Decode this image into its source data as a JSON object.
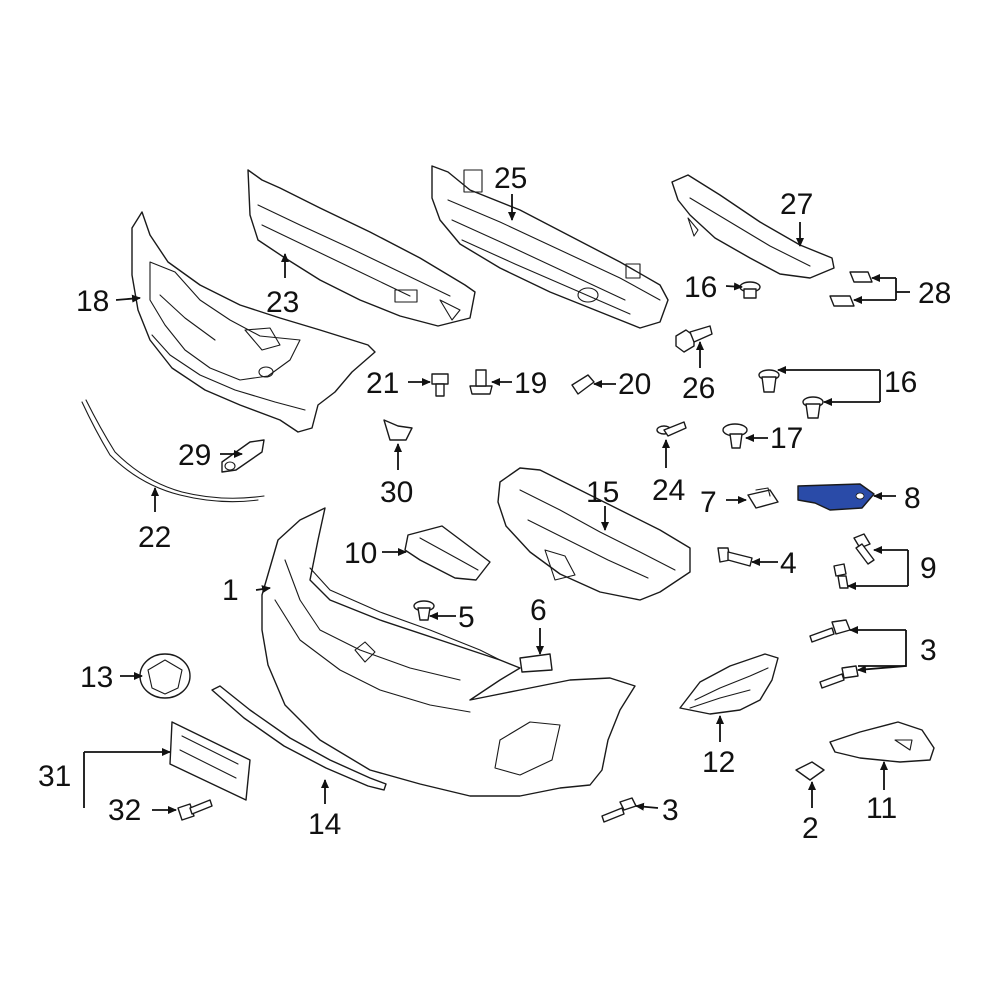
{
  "highlight_color": "#2a4ba8",
  "highlighted_part": "8",
  "callouts": [
    {
      "id": "c1",
      "label": "1"
    },
    {
      "id": "c2",
      "label": "2"
    },
    {
      "id": "c3a",
      "label": "3"
    },
    {
      "id": "c3b",
      "label": "3"
    },
    {
      "id": "c4",
      "label": "4"
    },
    {
      "id": "c5",
      "label": "5"
    },
    {
      "id": "c6",
      "label": "6"
    },
    {
      "id": "c7",
      "label": "7"
    },
    {
      "id": "c8",
      "label": "8"
    },
    {
      "id": "c9",
      "label": "9"
    },
    {
      "id": "c10",
      "label": "10"
    },
    {
      "id": "c11",
      "label": "11"
    },
    {
      "id": "c12",
      "label": "12"
    },
    {
      "id": "c13",
      "label": "13"
    },
    {
      "id": "c14",
      "label": "14"
    },
    {
      "id": "c15",
      "label": "15"
    },
    {
      "id": "c16a",
      "label": "16"
    },
    {
      "id": "c16b",
      "label": "16"
    },
    {
      "id": "c17",
      "label": "17"
    },
    {
      "id": "c18",
      "label": "18"
    },
    {
      "id": "c19",
      "label": "19"
    },
    {
      "id": "c20",
      "label": "20"
    },
    {
      "id": "c21",
      "label": "21"
    },
    {
      "id": "c22",
      "label": "22"
    },
    {
      "id": "c23",
      "label": "23"
    },
    {
      "id": "c24",
      "label": "24"
    },
    {
      "id": "c25",
      "label": "25"
    },
    {
      "id": "c26",
      "label": "26"
    },
    {
      "id": "c27",
      "label": "27"
    },
    {
      "id": "c28",
      "label": "28"
    },
    {
      "id": "c29",
      "label": "29"
    },
    {
      "id": "c30",
      "label": "30"
    },
    {
      "id": "c31",
      "label": "31"
    },
    {
      "id": "c32",
      "label": "32"
    }
  ]
}
